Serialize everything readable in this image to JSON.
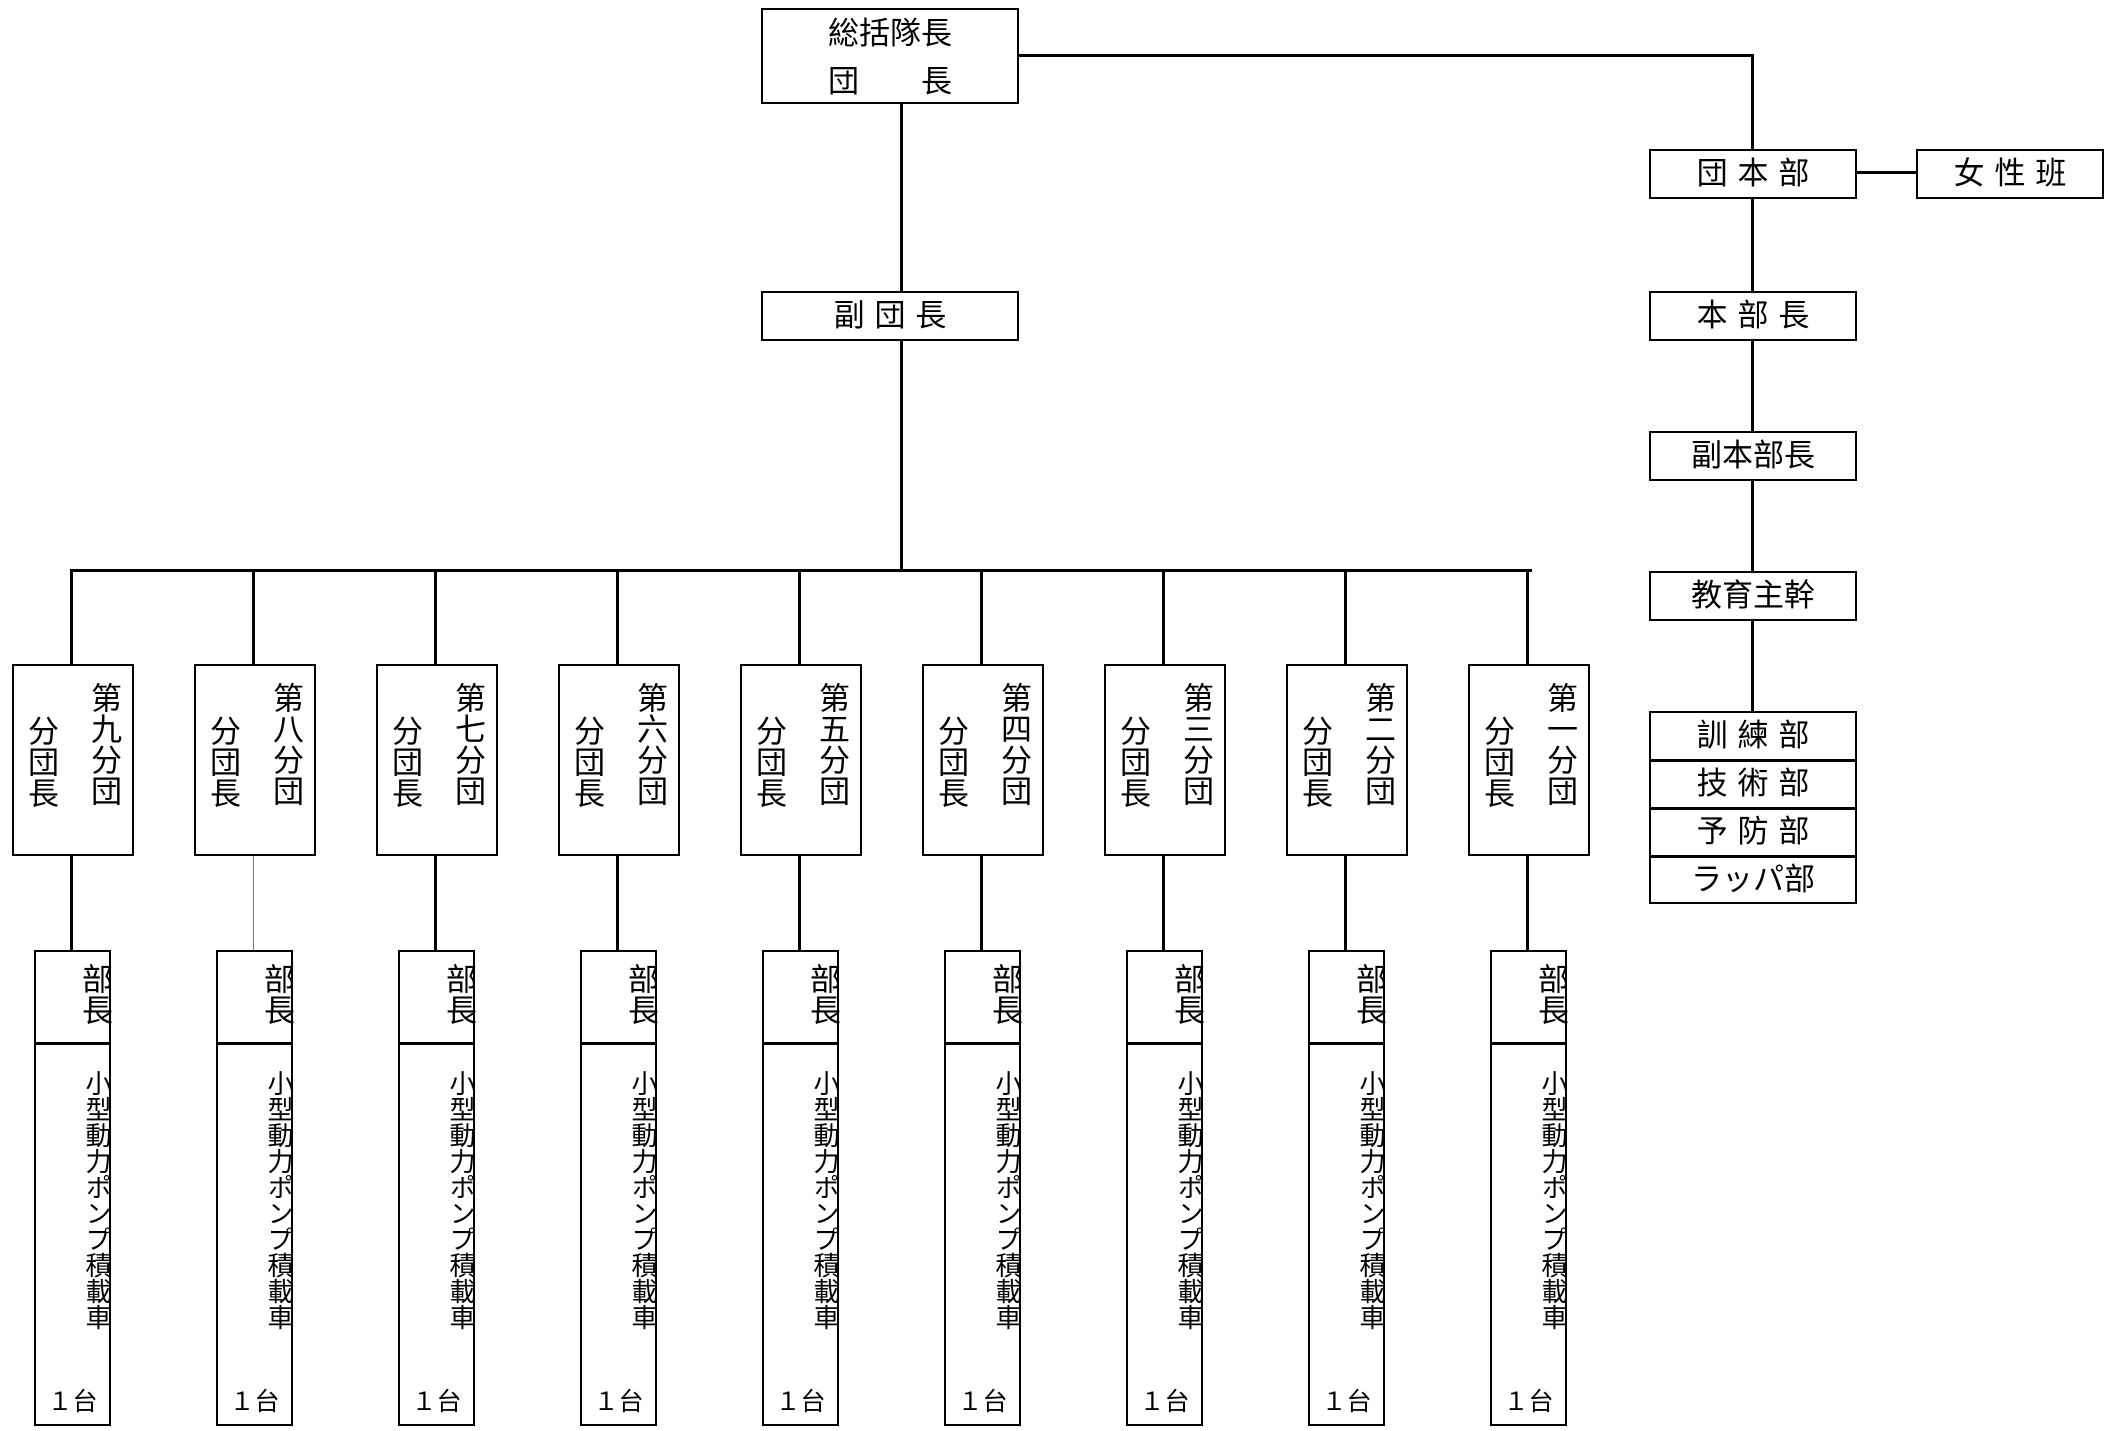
{
  "top": {
    "line1": "総括隊長",
    "line2": "団　　長"
  },
  "vice": {
    "label": "副 団 長"
  },
  "hq": {
    "title": "団 本 部",
    "women": "女 性 班",
    "chief": "本 部 長",
    "vice_chief": "副本部長",
    "education": "教育主幹",
    "departments": [
      "訓 練 部",
      "技 術 部",
      "予 防 部",
      "ラッパ部"
    ]
  },
  "branches": [
    {
      "title": "第九分団",
      "leader": "分団長",
      "head": "部長",
      "vehicle": "小型動力ポンプ積載車",
      "count": "１台"
    },
    {
      "title": "第八分団",
      "leader": "分団長",
      "head": "部長",
      "vehicle": "小型動力ポンプ積載車",
      "count": "１台"
    },
    {
      "title": "第七分団",
      "leader": "分団長",
      "head": "部長",
      "vehicle": "小型動力ポンプ積載車",
      "count": "１台"
    },
    {
      "title": "第六分団",
      "leader": "分団長",
      "head": "部長",
      "vehicle": "小型動力ポンプ積載車",
      "count": "１台"
    },
    {
      "title": "第五分団",
      "leader": "分団長",
      "head": "部長",
      "vehicle": "小型動力ポンプ積載車",
      "count": "１台"
    },
    {
      "title": "第四分団",
      "leader": "分団長",
      "head": "部長",
      "vehicle": "小型動力ポンプ積載車",
      "count": "１台"
    },
    {
      "title": "第三分団",
      "leader": "分団長",
      "head": "部長",
      "vehicle": "小型動力ポンプ積載車",
      "count": "１台"
    },
    {
      "title": "第二分団",
      "leader": "分団長",
      "head": "部長",
      "vehicle": "小型動力ポンプ積載車",
      "count": "１台"
    },
    {
      "title": "第一分団",
      "leader": "分団長",
      "head": "部長",
      "vehicle": "小型動力ポンプ積載車",
      "count": "１台"
    }
  ]
}
